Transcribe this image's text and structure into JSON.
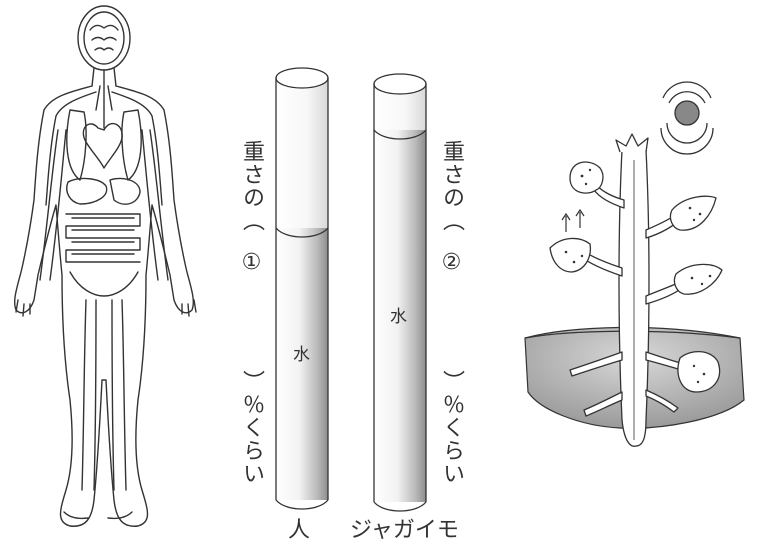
{
  "human": {
    "column_label": "人",
    "water_label": "水",
    "weight_caption_top": "重さの（",
    "blank_number": "①",
    "weight_caption_bottom": "）％くらい"
  },
  "potato": {
    "column_label": "ジャガイモ",
    "water_label": "水",
    "weight_caption_top": "重さの（",
    "blank_number": "②",
    "weight_caption_bottom": "）％くらい"
  }
}
